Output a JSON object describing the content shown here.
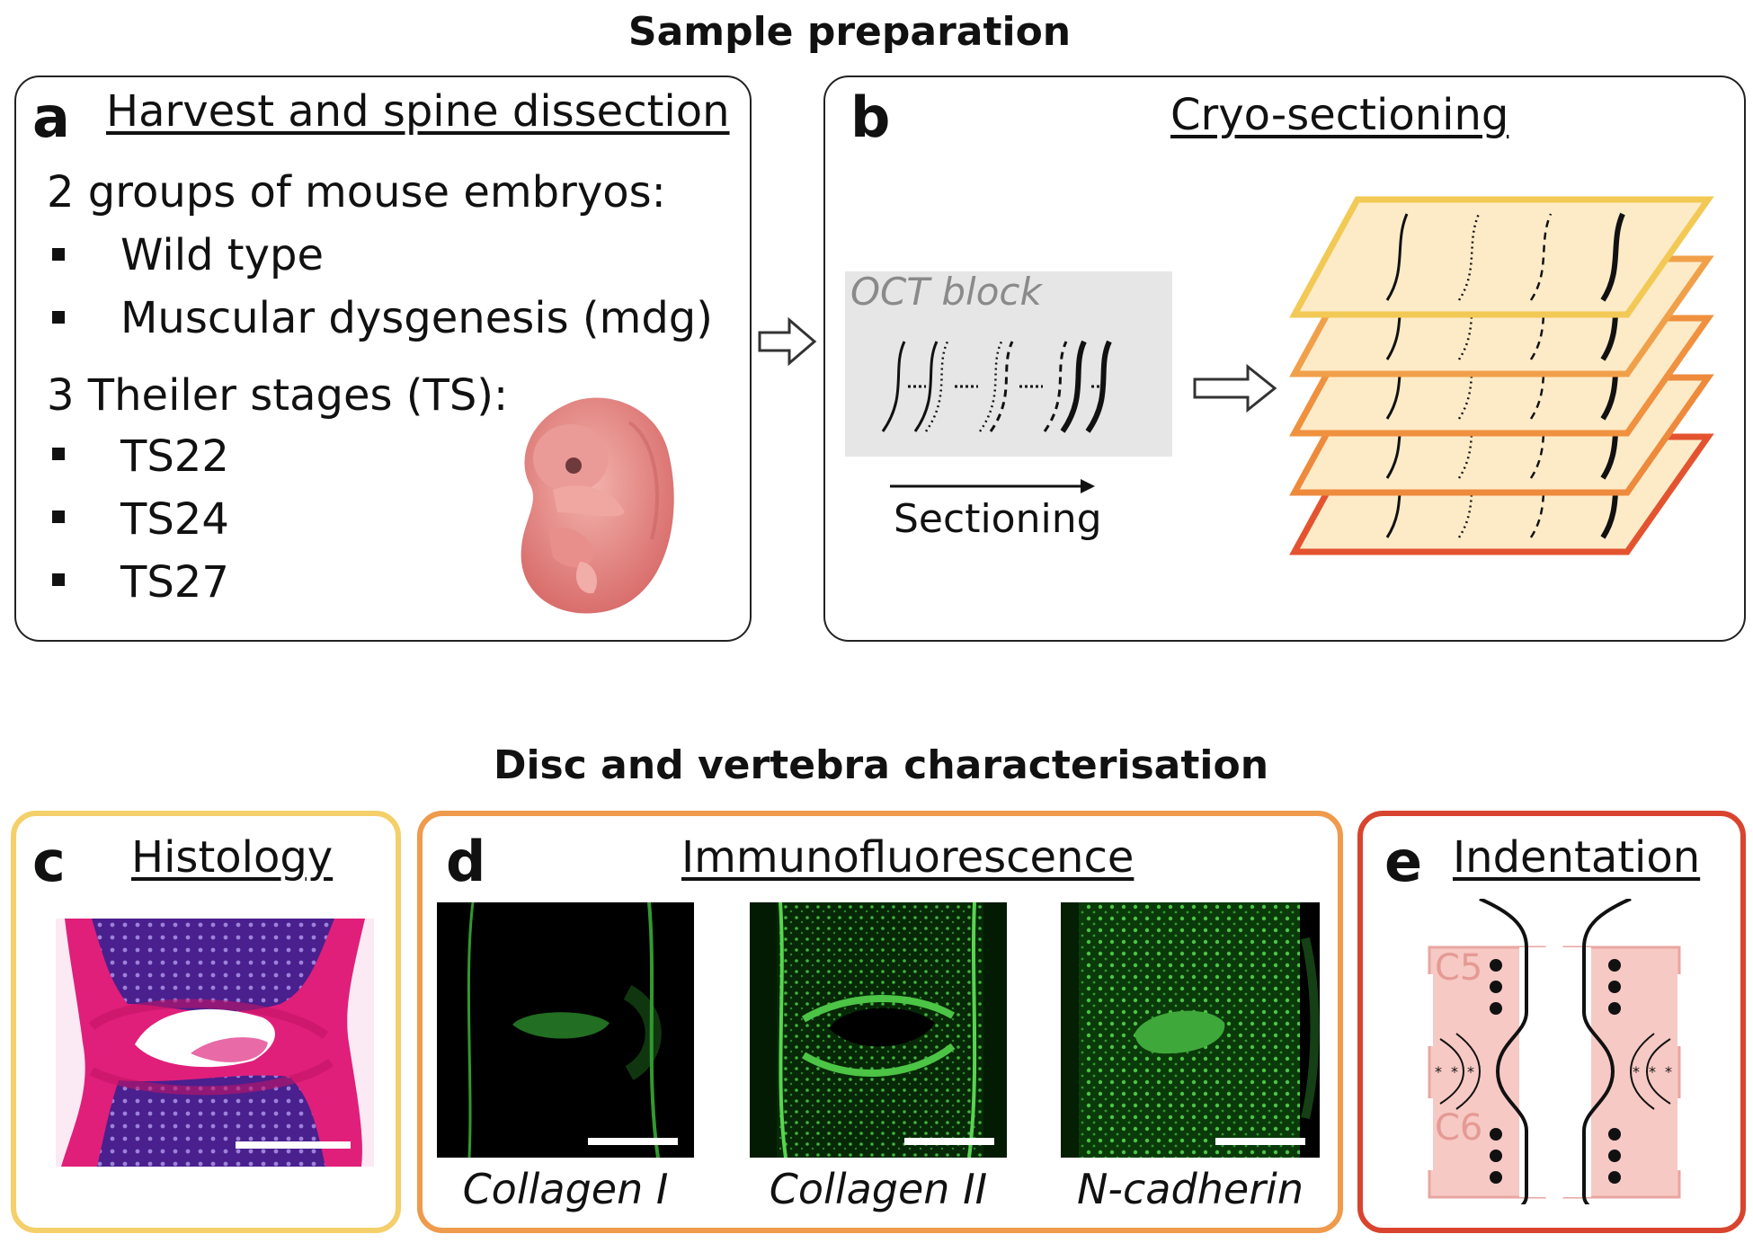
{
  "headings": {
    "top": "Sample preparation",
    "bottom": "Disc and vertebra characterisation"
  },
  "panel_a": {
    "letter": "a",
    "title": "Harvest and spine dissection",
    "groups_label": "2 groups of mouse embryos:",
    "groups": [
      "Wild type",
      "Muscular dysgenesis (mdg)"
    ],
    "stages_label": "3 Theiler stages (TS):",
    "stages": [
      "TS22",
      "TS24",
      "TS27"
    ],
    "icon": "mouse-embryo-icon"
  },
  "panel_b": {
    "letter": "b",
    "title": "Cryo-sectioning",
    "block_label": "OCT block",
    "arrow_label": "Sectioning",
    "slice_colors": [
      "#f3c955",
      "#f1a04a",
      "#f0913f",
      "#ee8a3c",
      "#e4532f"
    ]
  },
  "panel_c": {
    "letter": "c",
    "title": "Histology",
    "border_color": "#f4cf6a"
  },
  "panel_d": {
    "letter": "d",
    "title": "Immunofluorescence",
    "border_color": "#ef9a4c",
    "images": [
      "Collagen I",
      "Collagen II",
      "N-cadherin"
    ]
  },
  "panel_e": {
    "letter": "e",
    "title": "Indentation",
    "border_color": "#d9442f",
    "labels": [
      "C5",
      "C6"
    ]
  }
}
